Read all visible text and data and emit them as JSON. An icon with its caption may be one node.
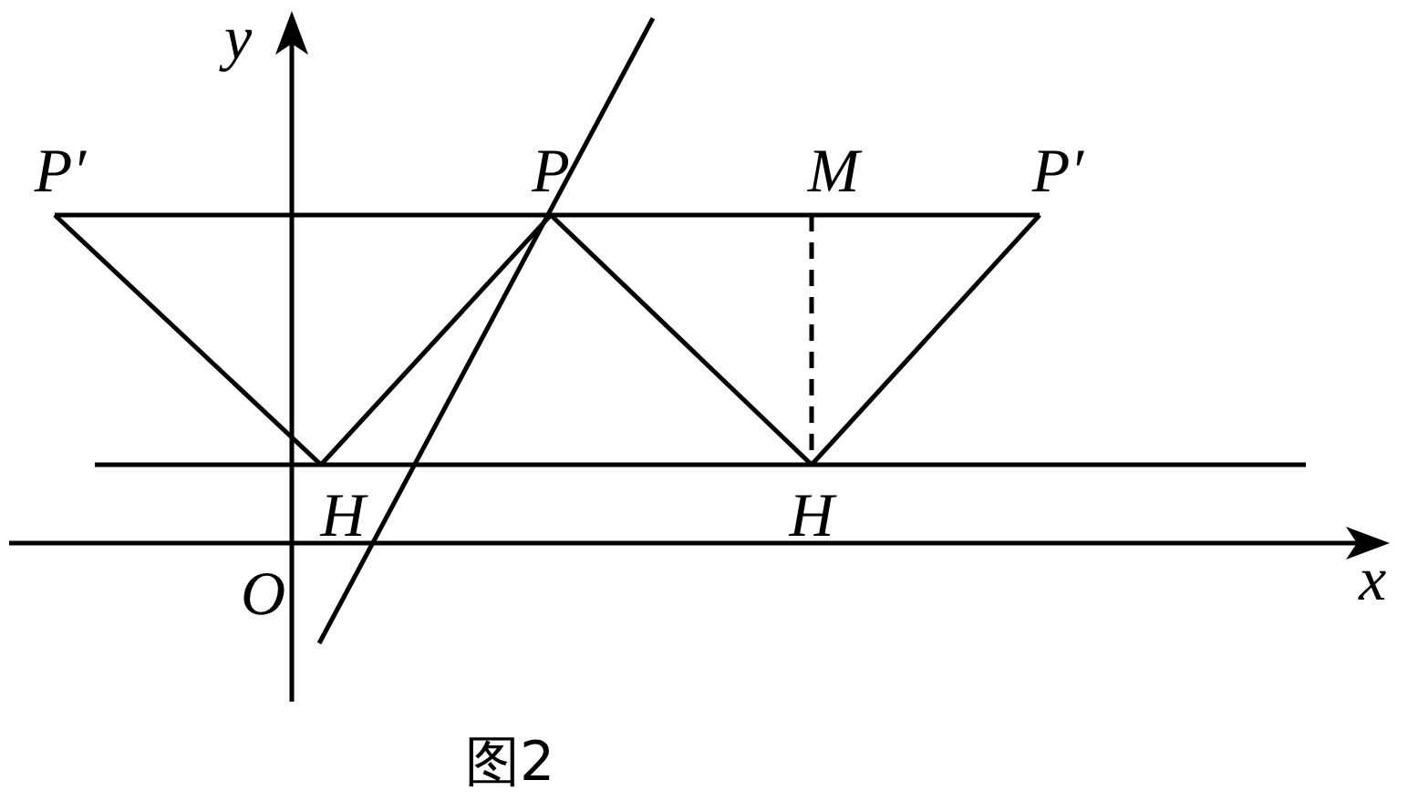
{
  "diagram": {
    "caption": "图2",
    "nodes": [
      {
        "text": [
          "P′"
        ]
      },
      {
        "text": [
          "P"
        ]
      },
      {
        "text": [
          "M"
        ]
      },
      {
        "text": [
          "P′"
        ]
      },
      {
        "text": [
          "H"
        ]
      },
      {
        "text": [
          "H"
        ]
      }
    ],
    "edges": [
      {
        "from": 0,
        "to": 4,
        "arrow": "none"
      },
      {
        "from": 4,
        "to": 1,
        "arrow": "none"
      },
      {
        "from": 1,
        "to": 5,
        "arrow": "none"
      },
      {
        "from": 5,
        "to": 3,
        "arrow": "none"
      },
      {
        "from": 0,
        "to": 1,
        "arrow": "none"
      },
      {
        "from": 1,
        "to": 2,
        "arrow": "none"
      },
      {
        "from": 2,
        "to": 3,
        "arrow": "none"
      },
      {
        "from": 2,
        "to": 5,
        "arrow": "none",
        "style": "dashed"
      }
    ],
    "labels": [
      "y",
      "x",
      "O"
    ]
  }
}
